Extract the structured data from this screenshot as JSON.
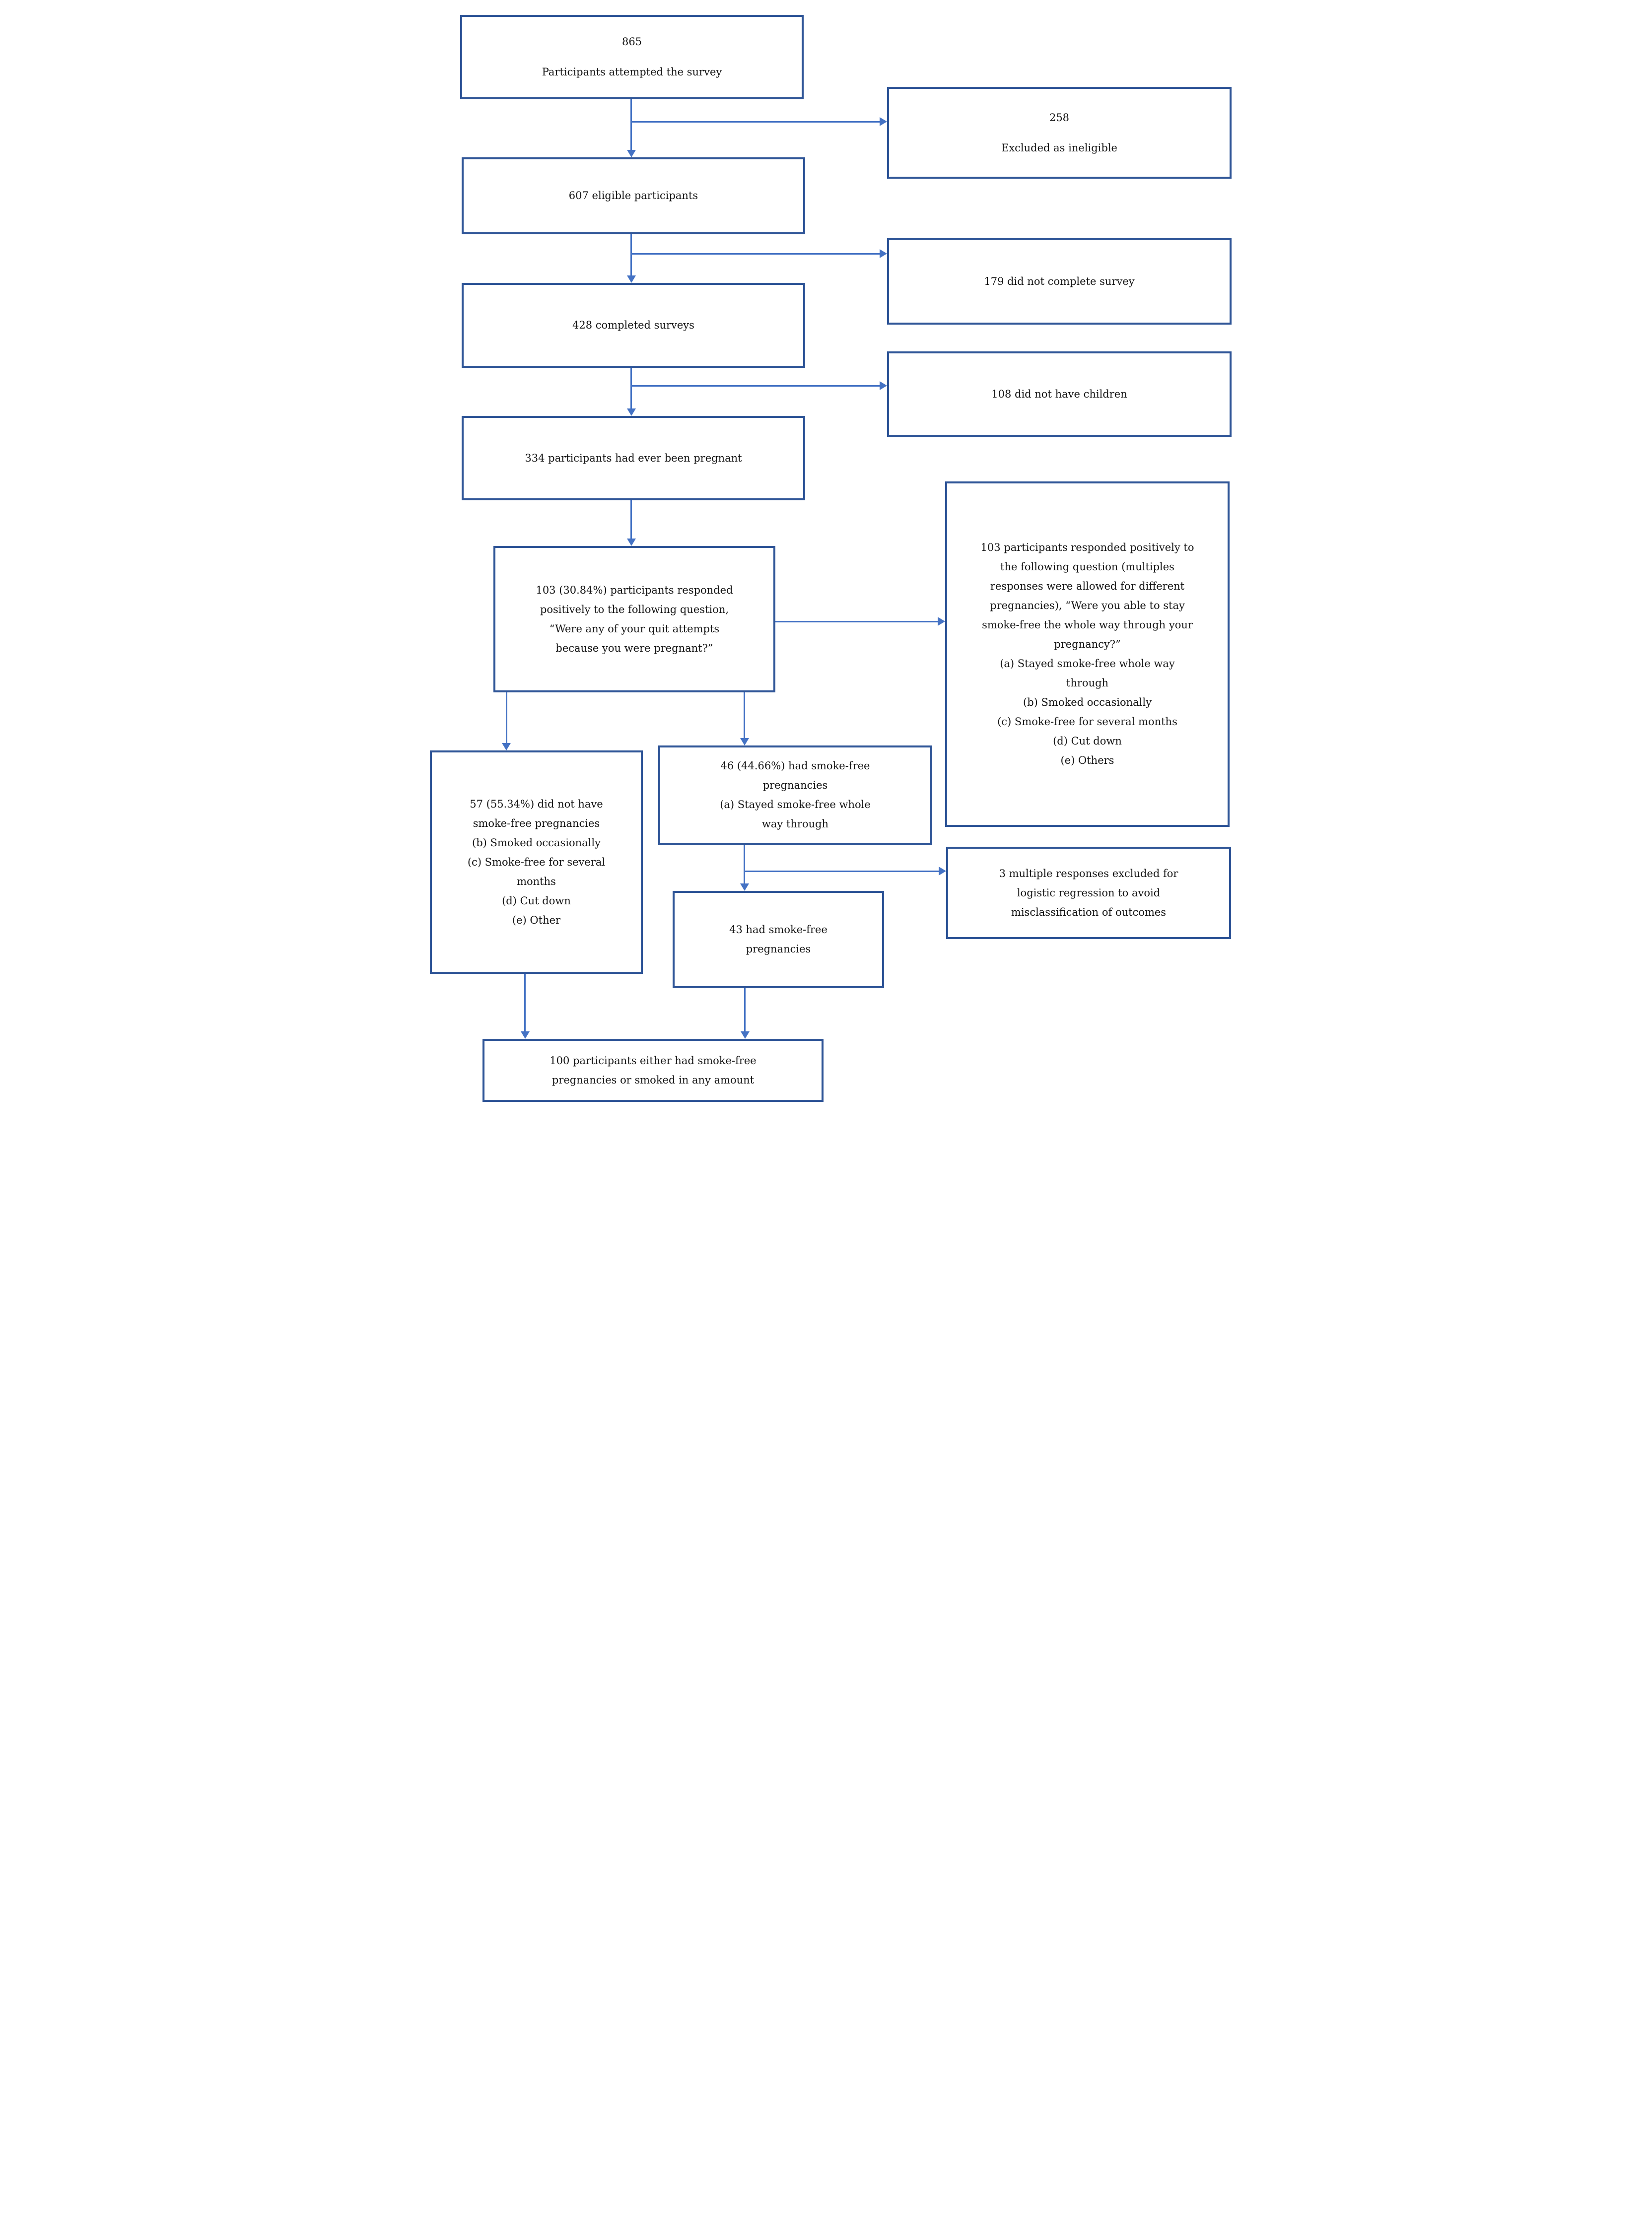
{
  "colors": {
    "box_border": "#2f5597",
    "arrow": "#4472c4",
    "text": "#141414",
    "background": "#ffffff"
  },
  "boxes": {
    "attempted": {
      "count": "865",
      "label": "Participants attempted the survey"
    },
    "excluded_ineligible": {
      "count": "258",
      "label": "Excluded as ineligible"
    },
    "eligible": {
      "text": "607 eligible participants"
    },
    "did_not_complete": {
      "text": "179 did not complete survey"
    },
    "completed": {
      "text": "428 completed surveys"
    },
    "no_children": {
      "text": "108 did not have children"
    },
    "ever_pregnant": {
      "text": "334 participants had ever been pregnant"
    },
    "quit_attempts": {
      "text": "103 (30.84%) participants responded positively to the following question, “Were any of your quit attempts because you were pregnant?”"
    },
    "stay_smoke_free": {
      "intro": "103 participants responded positively to the following question (multiples responses were allowed for different pregnancies), “Were you able to stay smoke-free the whole way through your pregnancy?”",
      "options": [
        "(a) Stayed smoke-free whole way through",
        "(b) Smoked occasionally",
        "(c) Smoke-free for several months",
        "(d) Cut down",
        "(e) Others"
      ]
    },
    "not_smoke_free": {
      "intro": "57 (55.34%) did not have smoke-free pregnancies",
      "options": [
        "(b) Smoked occasionally",
        "(c) Smoke-free for several months",
        "(d) Cut down",
        "(e) Other"
      ]
    },
    "smoke_free_46": {
      "intro": "46 (44.66%) had smoke-free pregnancies",
      "options": [
        "(a) Stayed smoke-free whole way through"
      ]
    },
    "excluded_multiple": {
      "text": "3 multiple responses excluded for logistic regression to avoid misclassification of outcomes"
    },
    "smoke_free_43": {
      "text": "43 had smoke-free pregnancies"
    },
    "final": {
      "text": "100 participants either had smoke-free pregnancies or smoked in any amount"
    }
  }
}
